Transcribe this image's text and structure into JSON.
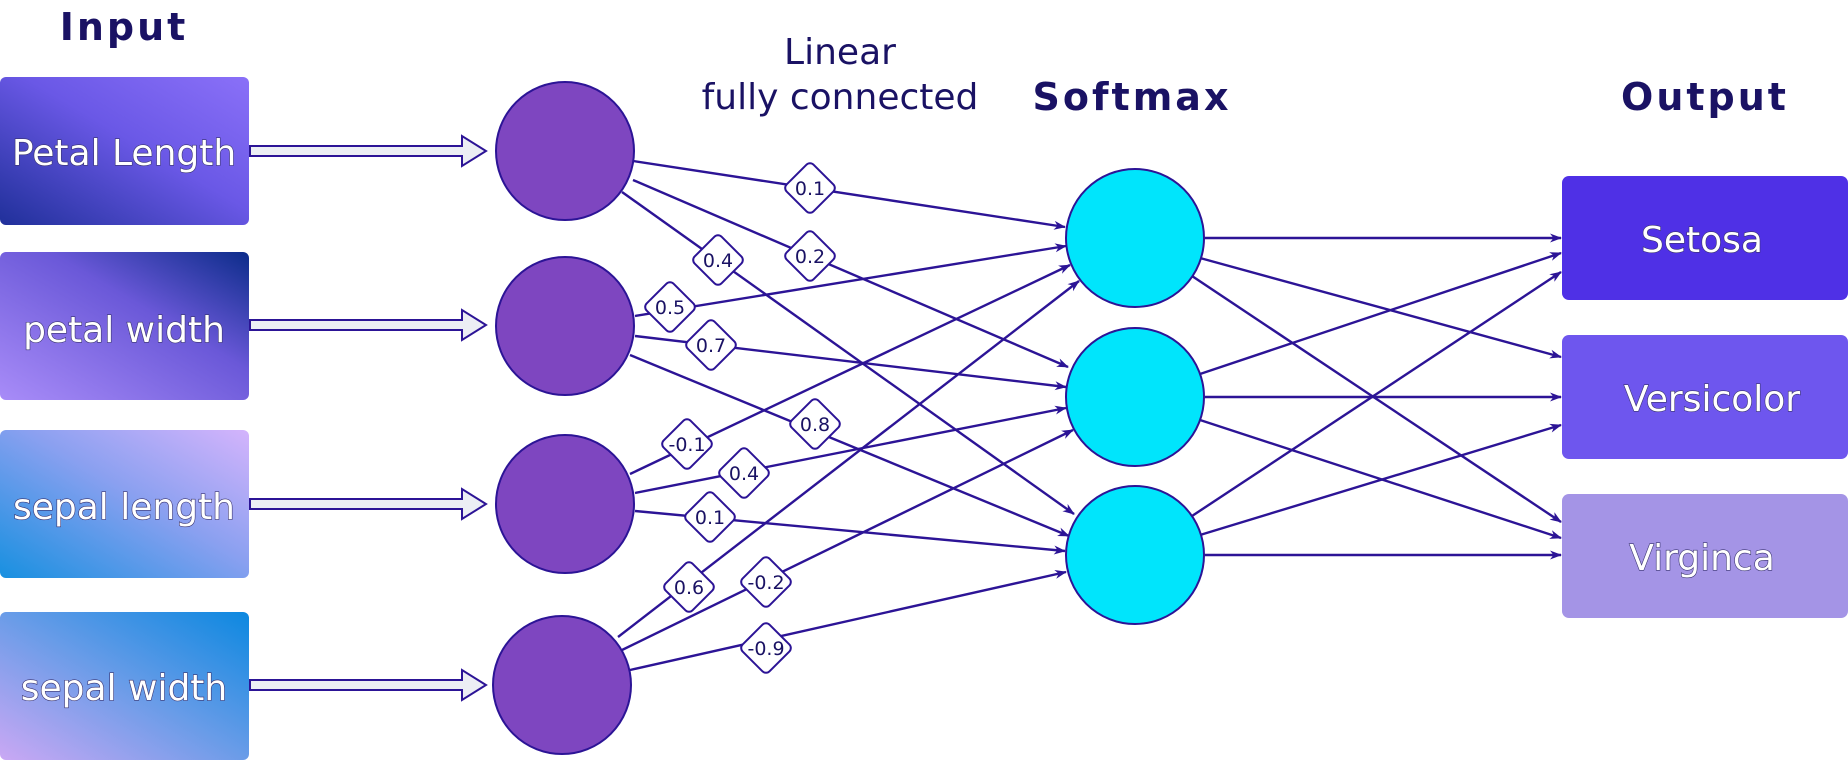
{
  "headings": {
    "input": "Input",
    "linear_line1": "Linear",
    "linear_line2": "fully connected",
    "softmax": "Softmax",
    "output": "Output"
  },
  "inputs": [
    {
      "label": "Petal Length"
    },
    {
      "label": "petal width"
    },
    {
      "label": "sepal length"
    },
    {
      "label": "sepal width"
    }
  ],
  "outputs": [
    {
      "label": "Setosa"
    },
    {
      "label": "Versicolor"
    },
    {
      "label": "Virginca"
    }
  ],
  "weights": [
    {
      "value": "0.1"
    },
    {
      "value": "0.2"
    },
    {
      "value": "0.4"
    },
    {
      "value": "0.5"
    },
    {
      "value": "0.7"
    },
    {
      "value": "0.8"
    },
    {
      "value": "-0.1"
    },
    {
      "value": "0.4"
    },
    {
      "value": "0.1"
    },
    {
      "value": "0.6"
    },
    {
      "value": "-0.2"
    },
    {
      "value": "-0.9"
    }
  ],
  "colors": {
    "text_dark": "#1a1264",
    "edge": "#2c1496",
    "hidden_node": "#7e46c0",
    "softmax_node": "#00e5fc",
    "output_setosa": "#4f30e6",
    "output_versicolor": "#6e56ee",
    "output_virginca": "#a494e6"
  }
}
